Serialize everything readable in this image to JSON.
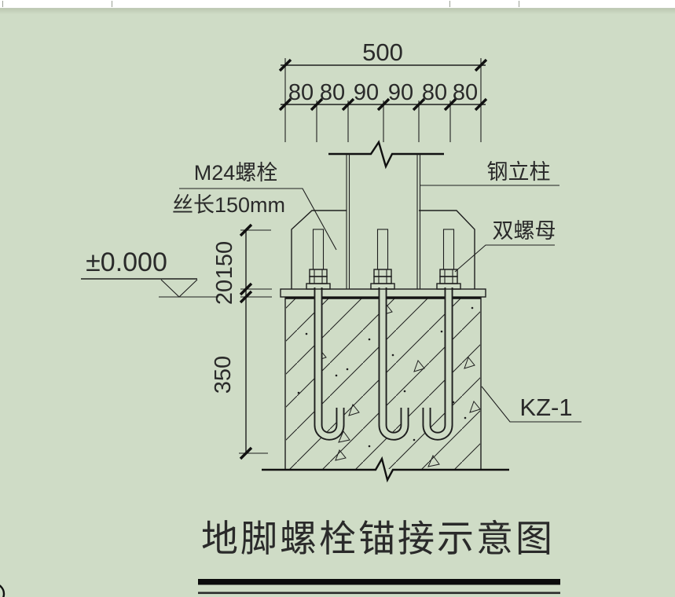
{
  "drawing": {
    "title": "地脚螺栓锚接示意图",
    "top_dimension": {
      "total": "500",
      "segments": [
        "80",
        "80",
        "90",
        "90",
        "80",
        "80"
      ]
    },
    "side_dimensions": {
      "bolt_projection": "150",
      "plate_thickness": "20",
      "anchor_depth": "350"
    },
    "labels": {
      "bolt_spec": "M24螺栓",
      "bolt_thread_length": "丝长150mm",
      "steel_column": "钢立柱",
      "double_nut": "双螺母",
      "elevation": "±0.000",
      "column_mark": "KZ-1"
    },
    "colors": {
      "background": "#cfdcc6",
      "line": "#1e1e1e",
      "paper_strip": "#ffffff"
    }
  }
}
